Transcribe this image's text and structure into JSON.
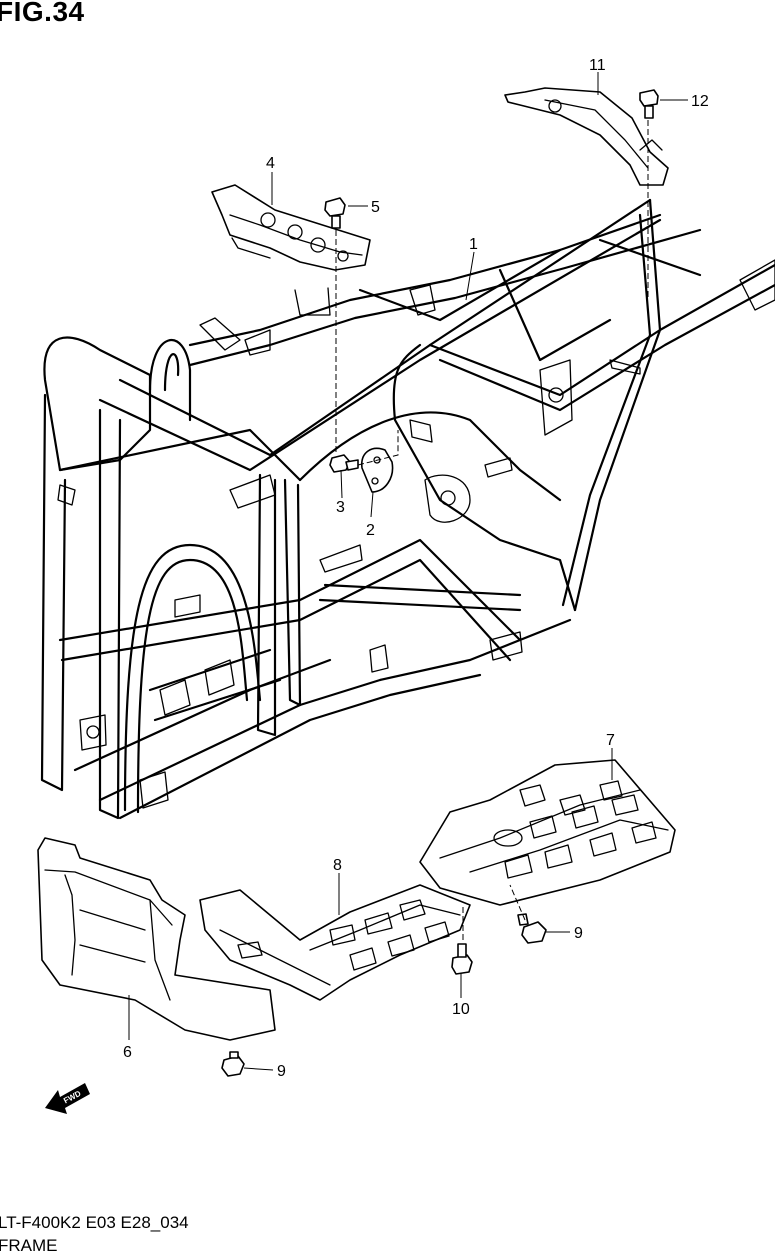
{
  "figure": {
    "title": "FIG.34",
    "drawing_code": "LT-F400K2 E03 E28_034",
    "caption": "FRAME",
    "fwd_label": "FWD"
  },
  "callouts": [
    "1",
    "2",
    "3",
    "4",
    "5",
    "6",
    "7",
    "8",
    "9",
    "9",
    "10",
    "11",
    "12"
  ]
}
